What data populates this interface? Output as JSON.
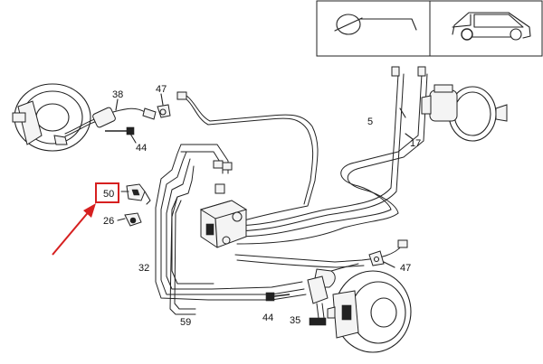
{
  "labels": {
    "p38": "38",
    "p47_top": "47",
    "p44_top": "44",
    "p50": "50",
    "p26": "26",
    "p32": "32",
    "p59": "59",
    "p5": "5",
    "p17": "17",
    "p47_right": "47",
    "p44_bottom": "44",
    "p35": "35"
  },
  "colors": {
    "highlight": "#d62020",
    "ink": "#222222"
  },
  "icons": {
    "header_left": "brake-disc-symbol-icon",
    "header_right": "station-wagon-car-icon"
  }
}
